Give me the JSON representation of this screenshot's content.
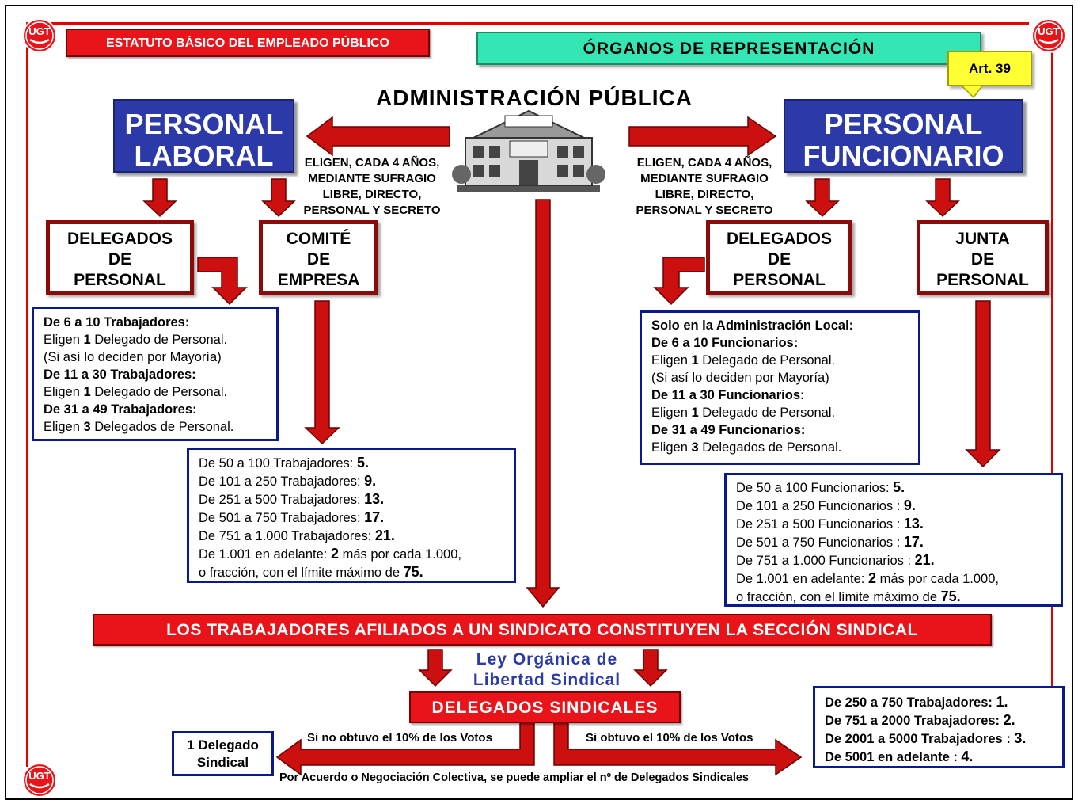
{
  "header": {
    "estatuto": "ESTATUTO BÁSICO DEL EMPLEADO PÚBLICO",
    "organos": "ÓRGANOS DE REPRESENTACIÓN",
    "article": "Art. 39",
    "admin": "ADMINISTRACIÓN PÚBLICA",
    "logo_text": "UGT"
  },
  "laboral": {
    "title_line1": "PERSONAL",
    "title_line2": "LABORAL",
    "vote_lines": [
      "ELIGEN, CADA 4 AÑOS,",
      "MEDIANTE SUFRAGIO",
      "LIBRE, DIRECTO,",
      "PERSONAL Y SECRETO"
    ],
    "delegados": [
      "DELEGADOS",
      "DE",
      "PERSONAL"
    ],
    "comite": [
      "COMITÉ",
      "DE",
      "EMPRESA"
    ],
    "delegados_info": [
      {
        "b": "De 6 a 10 Trabajadores:",
        "t": ""
      },
      {
        "b": "",
        "t": "Eligen ",
        "n": "1",
        "t2": " Delegado de Personal."
      },
      {
        "b": "",
        "t": "(Si así lo deciden por Mayoría)"
      },
      {
        "b": "De 11 a 30 Trabajadores:",
        "t": ""
      },
      {
        "b": "",
        "t": "Eligen ",
        "n": "1",
        "t2": " Delegado de Personal."
      },
      {
        "b": "De 31 a 49 Trabajadores:",
        "t": ""
      },
      {
        "b": "",
        "t": "Eligen ",
        "n": "3",
        "t2": " Delegados de Personal."
      }
    ],
    "comite_info": [
      {
        "t": "De 50 a 100 Trabajadores:  ",
        "n": "5."
      },
      {
        "t": "De 101 a 250 Trabajadores:  ",
        "n": "9."
      },
      {
        "t": "De 251 a 500 Trabajadores:  ",
        "n": "13."
      },
      {
        "t": "De 501 a 750 Trabajadores: ",
        "n": "17."
      },
      {
        "t": "De 751 a 1.000 Trabajadores:  ",
        "n": "21."
      },
      {
        "t": "De 1.001 en adelante: ",
        "n": "2",
        "t2": " más por cada 1.000,"
      },
      {
        "t": "o fracción, con el límite máximo de ",
        "n": "75."
      }
    ]
  },
  "funcionario": {
    "title_line1": "PERSONAL",
    "title_line2": "FUNCIONARIO",
    "vote_lines": [
      "ELIGEN, CADA 4 AÑOS,",
      "MEDIANTE SUFRAGIO",
      "LIBRE, DIRECTO,",
      "PERSONAL Y SECRETO"
    ],
    "delegados": [
      "DELEGADOS",
      "DE",
      "PERSONAL"
    ],
    "junta": [
      "JUNTA",
      "DE",
      "PERSONAL"
    ],
    "delegados_info": [
      {
        "b": "Solo en la Administración Local:",
        "t": ""
      },
      {
        "b": "De 6 a 10 Funcionarios:",
        "t": ""
      },
      {
        "b": "",
        "t": "Eligen ",
        "n": "1",
        "t2": " Delegado de Personal."
      },
      {
        "b": "",
        "t": "(Si así lo deciden por Mayoría)"
      },
      {
        "b": "De 11 a 30 Funcionarios:",
        "t": ""
      },
      {
        "b": "",
        "t": "Eligen ",
        "n": "1",
        "t2": " Delegado de Personal."
      },
      {
        "b": "De 31 a 49 Funcionarios:",
        "t": ""
      },
      {
        "b": "",
        "t": "Eligen ",
        "n": "3",
        "t2": " Delegados de Personal."
      }
    ],
    "junta_info": [
      {
        "t": "De 50 a 100 Funcionarios:  ",
        "n": "5."
      },
      {
        "t": "De 101 a 250 Funcionarios :  ",
        "n": "9."
      },
      {
        "t": "De 251 a 500 Funcionarios :  ",
        "n": "13."
      },
      {
        "t": "De 501 a 750 Funcionarios : ",
        "n": "17."
      },
      {
        "t": "De 751 a 1.000 Funcionarios :  ",
        "n": "21."
      },
      {
        "t": "De 1.001 en adelante: ",
        "n": "2",
        "t2": " más por cada 1.000,"
      },
      {
        "t": "o fracción, con el límite máximo de ",
        "n": "75."
      }
    ]
  },
  "sindical": {
    "seccion": "LOS TRABAJADORES AFILIADOS A UN SINDICATO CONSTITUYEN LA SECCIÓN SINDICAL",
    "ley_line1": "Ley Orgánica de",
    "ley_line2": "Libertad Sindical",
    "delegados_sindicales": "DELEGADOS SINDICALES",
    "no_obtuvo": "Si no obtuvo el 10% de los Votos",
    "obtuvo": "Si obtuvo el 10% de los Votos",
    "uno_delegado_line1": "1 Delegado",
    "uno_delegado_line2": "Sindical",
    "acuerdo": "Por Acuerdo o Negociación Colectiva, se puede ampliar el nº de Delegados Sindicales",
    "escala": [
      {
        "t": "De 250 a 750 Trabajadores:  ",
        "n": "1."
      },
      {
        "t": "De 751 a 2000 Trabajadores:  ",
        "n": "2."
      },
      {
        "t": "De 2001 a 5000 Trabajadores : ",
        "n": "3."
      },
      {
        "t": "De 5001 en adelante : ",
        "n": "4."
      }
    ]
  },
  "colors": {
    "red": "#e8141a",
    "blue": "#2b3aa8",
    "maroon": "#8b0a0a",
    "navy": "#0a1a8c",
    "teal": "#33e6b3",
    "yellow": "#ffff33"
  }
}
